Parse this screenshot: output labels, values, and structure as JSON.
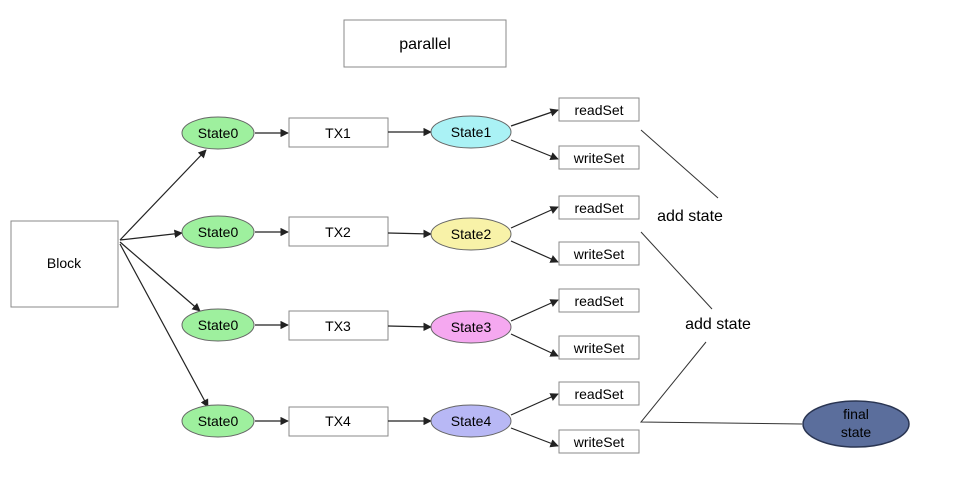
{
  "title": "parallel",
  "block": {
    "label": "Block"
  },
  "rows": [
    {
      "state0": "State0",
      "tx": "TX1",
      "state": "State1",
      "read": "readSet",
      "write": "writeSet",
      "color": "#aaf2f5"
    },
    {
      "state0": "State0",
      "tx": "TX2",
      "state": "State2",
      "read": "readSet",
      "write": "writeSet",
      "color": "#f8f2a8"
    },
    {
      "state0": "State0",
      "tx": "TX3",
      "state": "State3",
      "read": "readSet",
      "write": "writeSet",
      "color": "#f5a8f0"
    },
    {
      "state0": "State0",
      "tx": "TX4",
      "state": "State4",
      "read": "readSet",
      "write": "writeSet",
      "color": "#b8b8f5"
    }
  ],
  "merge_labels": [
    "add state",
    "add state"
  ],
  "final": {
    "line1": "final",
    "line2": "state",
    "color": "#5b6e9c"
  },
  "colors": {
    "state0": "#9ef09e"
  }
}
